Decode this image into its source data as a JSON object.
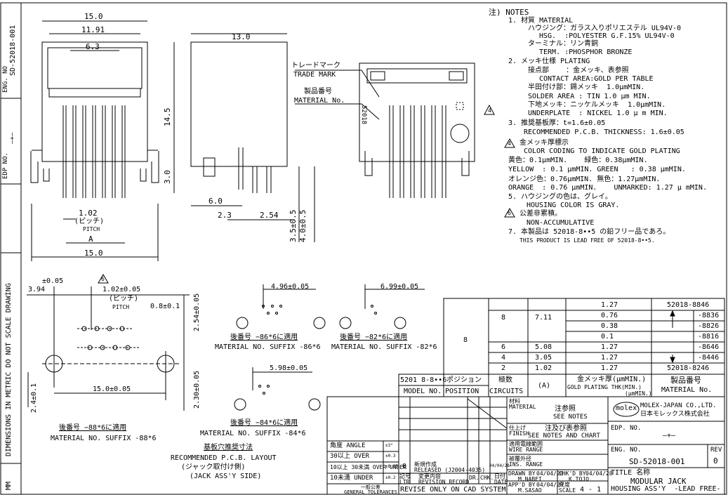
{
  "side_strip": {
    "eng_no_label": "ENG. NO",
    "eng_no_value": "SD-52018-001",
    "edp_label": "EDP NO.",
    "edp_value": "—+—",
    "scale_note": "DIMENSIONS IN METRIC DO NOT SCALE DRAWING",
    "units": "MM"
  },
  "front_view": {
    "dim_top_15": "15.0",
    "dim_11_91": "11.91",
    "dim_6_3": "6.3",
    "dim_pitch": "1.02",
    "pitch_jp": "(ピッチ)",
    "pitch_en": "PITCH",
    "dim_a": "A",
    "dim_bottom_15": "15.0"
  },
  "side_view": {
    "dim_13": "13.0",
    "dim_14_5": "14.5",
    "dim_3_0": "3.0",
    "dim_6_0": "6.0",
    "dim_2_3": "2.3",
    "dim_2_54": "2.54",
    "dim_3_5": "3.5±0.5",
    "dim_4_0": "4.0±0.5"
  },
  "rear_view": {
    "trade_mark_jp": "トレードマーク",
    "trade_mark_en": "TRADE MARK",
    "material_no_jp": "製品番号",
    "material_no_en": "MATERIAL No.",
    "part_marking": "52018",
    "note_flag": "4"
  },
  "notes": {
    "header": "注) NOTES",
    "lines": [
      "1. 材質 MATERIAL",
      "ハウジング：ガラス入りポリエステル UL94V-0",
      "HSG.  :POLYESTER G.F.15% UL94V-0",
      "ターミナル：リン青銅",
      "TERM. :PHOSPHOR BRONZE",
      "2. メッキ仕様 PLATING",
      "接点部    ：金メッキ、表参照",
      "CONTACT AREA:GOLD PER TABLE",
      "半田付け部：錫メッキ  1.0μmMIN.",
      "SOLDER AREA : TIN 1.0 μm MIN.",
      "下地メッキ：ニッケルメッキ  1.0μmMIN.",
      "UNDERPLATE  : NICKEL 1.0 μ m MIN.",
      "3. 推奨基板厚：t=1.6±0.05",
      "RECOMMENDED P.C.B. THICKNESS: 1.6±0.05",
      "金メッキ厚標示",
      "COLOR CODING TO INDICATE GOLD PLATING",
      "黄色：0.1μmMIN.    緑色：0.38μmMIN.",
      "YELLOW  : 0.1 μmMIN. GREEN   : 0.38 μmMIN.",
      "オレンジ色：0.76μmMIN. 無色：1.27μmMIN.",
      "ORANGE  : 0.76 μmMIN.    UNMARKED: 1.27 μ mMIN.",
      "5. ハウジングの色は、グレイ。",
      "HOUSING COLOR IS GRAY.",
      "公差非累積。",
      "NON-ACCUMULATIVE",
      "7. 本製品は 52018-8••5 の鉛フリー品であろ。",
      "THIS PRODUCT IS LEAD FREE OF 52018-8••5."
    ],
    "flag4": "4",
    "flag6": "6"
  },
  "pcb_layout": {
    "tol": "±0.05",
    "flag6": "6",
    "dim_3_94": "3.94",
    "dim_pitch": "1.02±0.05",
    "pitch_jp": "(ピッチ)",
    "pitch_en": "PITCH",
    "dim_0_8": "0.8±0.1",
    "dim_2_54": "2.54±0.05",
    "dim_2_4": "2.4±0.1",
    "dim_15": "15.0±0.05",
    "dim_2_30": "2.30±0.05",
    "suffix_88_jp": "後番号 −88*6に適用",
    "suffix_88_en": "MATERIAL NO. SUFFIX -88*6",
    "dim_4_96": "4.96±0.05",
    "suffix_86_jp": "後番号 −86*6に適用",
    "suffix_86_en": "MATERIAL NO. SUFFIX -86*6",
    "dim_6_99": "6.99±0.05",
    "suffix_82_jp": "後番号 −82*6に適用",
    "suffix_82_en": "MATERIAL NO. SUFFIX -82*6",
    "dim_5_98": "5.98±0.05",
    "suffix_84_jp": "後番号 −84*6に適用",
    "suffix_84_en": "MATERIAL NO. SUFFIX -84*6",
    "title_jp": "基板穴推奨寸法",
    "title_en": "RECOMMENDED P.C.B. LAYOUT",
    "sub_jp": "(ジャック取付け側)",
    "sub_en": "(JACK ASS'Y SIDE)"
  },
  "table": {
    "rows": [
      {
        "circuits": "",
        "a": "",
        "plating": "1.27",
        "material": "52018-8846"
      },
      {
        "circuits": "8",
        "a": "7.11",
        "plating": "0.76",
        "material": "-8836"
      },
      {
        "circuits": "",
        "a": "",
        "plating": "0.38",
        "material": "-8826"
      },
      {
        "circuits": "",
        "a": "",
        "plating": "0.1",
        "material": "-8816"
      },
      {
        "circuits": "6",
        "a": "5.08",
        "plating": "1.27",
        "material": "-8646"
      },
      {
        "circuits": "4",
        "a": "3.05",
        "plating": "1.27",
        "material": "-8446"
      },
      {
        "circuits": "2",
        "a": "1.02",
        "plating": "1.27",
        "material": "52018-8246"
      }
    ],
    "position_value": "8",
    "header_model_jp": "5201 8-8••6",
    "header_model_en": "MODEL NO.",
    "header_position_jp": "ポジション",
    "header_position_en": "POSITION",
    "header_circuits_jp": "極数",
    "header_circuits_en": "CIRCUITS",
    "header_a": "(A)",
    "header_plating_jp": "金メッキ厚(μmMIN.)",
    "header_plating_en": "GOLD PLATING THK(MIN.)",
    "header_plating_unit": "(μmMIN.)",
    "header_material_jp": "製品番号",
    "header_material_en": "MATERIAL No."
  },
  "title_block": {
    "material_label": "材料\nMATERIAL",
    "material_value_jp": "注参照",
    "material_value_en": "SEE NOTES",
    "finish_label": "仕上げ\nFINISH",
    "finish_value_jp": "注及び表参照",
    "finish_value_en": "SEE NOTES AND CHART",
    "wire_range": "適用電線範囲\nWIRE RANGE",
    "ins_range": "被覆外径\nINS. RANGE",
    "company_logo": "molex",
    "company_en": "MOLEX-JAPAN CO.,LTD.",
    "company_jp": "日本モレックス株式会社",
    "edp_no_label": "EDP. NO.",
    "edp_no_value": "—+—",
    "eng_no_label": "ENG. NO.",
    "eng_no_value": "SD-52018-001",
    "rev_label": "REV",
    "rev_value": "0",
    "title_label": "TITLE 名称",
    "title_line1": "MODULAR JACK",
    "title_line2": "HOUSING ASS'Y  -LEAD FREE-",
    "scale_label": "尺度\nSCALE",
    "scale_value": "4 - 1",
    "drawn_label": "DRAWN BY",
    "drawn_date": "04/04/28",
    "drawn_name": "M.NABEI",
    "checked_label": "CHK'D BY",
    "checked_date": "04/04/28",
    "checked_name": "K.TOJO",
    "approved_label": "APP'D BY",
    "approved_date": "04/04/28",
    "approved_name": "M.SASAO",
    "rev_row_ltr": "0",
    "rev_row_desc": "新規作成\nRELEASED (J2004-4035)",
    "rev_row_date": "04/04/28",
    "ltr_label": "記号\nLTR",
    "revision_record_label": "変更内容\nREVISION RECORD",
    "dr_label": "DR.",
    "chk_label": "CHK.",
    "date_label": "日付\nDATE",
    "revise_cad": "REVISE ONLY ON CAD SYSTEM",
    "tol_angle": "角度 ANGLE",
    "tol_angle_v": "±3°",
    "tol_30": "30以上 OVER",
    "tol_30_v": "±0.3",
    "tol_10": "10以上 30未満 OVER UNDER",
    "tol_10_v": "±0.25",
    "tol_u10": "10未満 UNDER",
    "tol_u10_v": "±0.2",
    "general_tol": "一般公差\nGENERAL TOLERANCES"
  }
}
